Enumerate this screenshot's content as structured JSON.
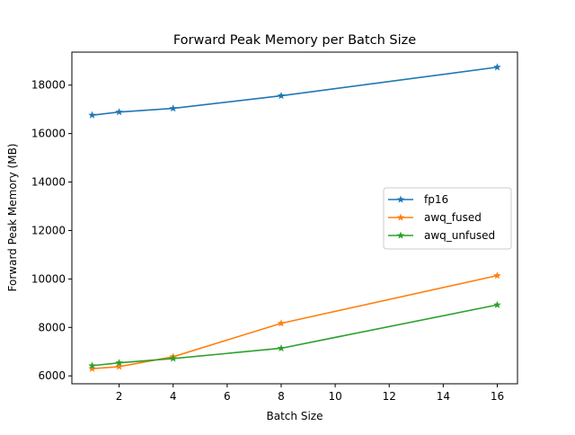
{
  "chart_data": {
    "type": "line",
    "title": "Forward Peak Memory per Batch Size",
    "xlabel": "Batch Size",
    "ylabel": "Forward Peak Memory (MB)",
    "x": [
      1,
      2,
      4,
      8,
      16
    ],
    "xlim": [
      0.25,
      16.75
    ],
    "ylim": [
      5674,
      19362
    ],
    "xticks": [
      2,
      4,
      6,
      8,
      10,
      12,
      14,
      16
    ],
    "yticks": [
      6000,
      8000,
      10000,
      12000,
      14000,
      16000,
      18000
    ],
    "marker": "star",
    "grid": false,
    "legend_position": "center-right",
    "series": [
      {
        "name": "fp16",
        "color": "#1f77b4",
        "values": [
          16760,
          16890,
          17040,
          17560,
          18740
        ]
      },
      {
        "name": "awq_fused",
        "color": "#ff7f0e",
        "values": [
          6296,
          6380,
          6790,
          8170,
          10140
        ]
      },
      {
        "name": "awq_unfused",
        "color": "#2ca02c",
        "values": [
          6420,
          6540,
          6715,
          7140,
          8930
        ]
      }
    ]
  }
}
